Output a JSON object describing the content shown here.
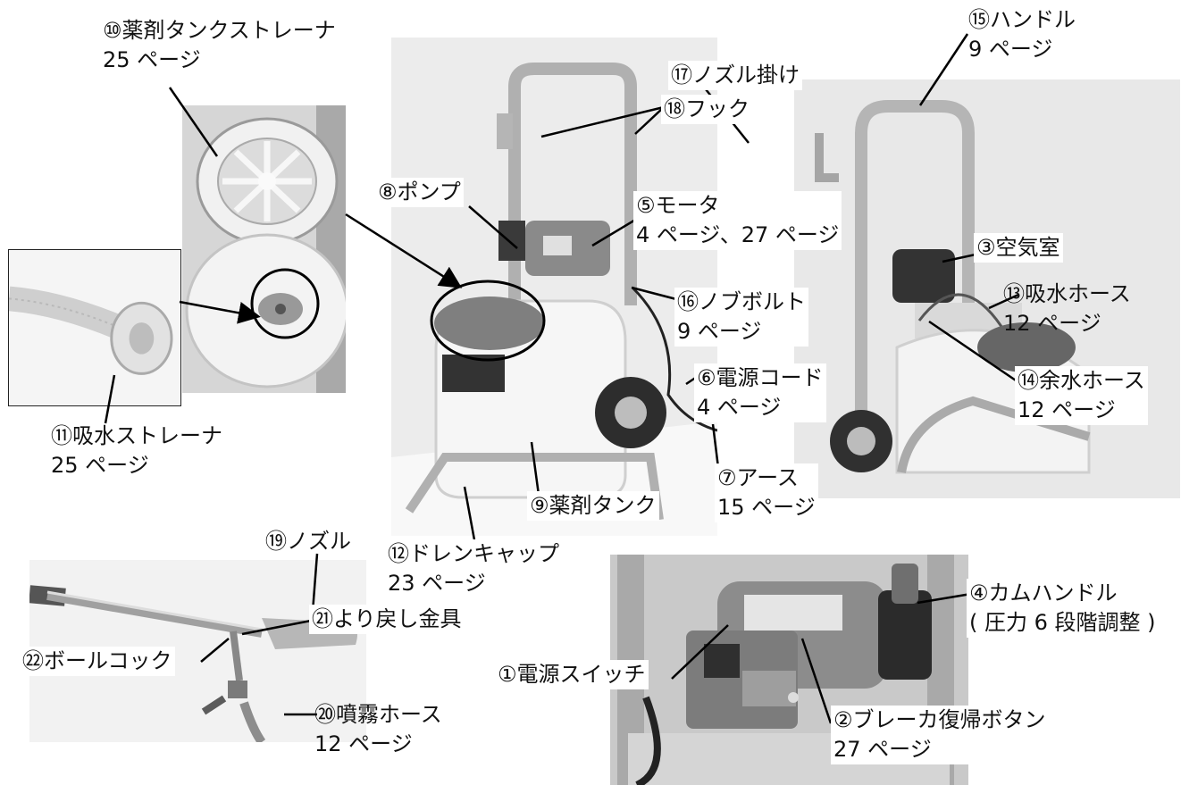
{
  "callouts": {
    "c10": {
      "name": "⑩薬剤タンクストレーナ",
      "page": "25 ページ"
    },
    "c11": {
      "name": "⑪吸水ストレーナ",
      "page": "25 ページ"
    },
    "c8": {
      "name": "⑧ポンプ"
    },
    "c5": {
      "name": "⑤モータ",
      "page": "4 ページ、27 ページ"
    },
    "c18": {
      "name": "⑱フック"
    },
    "c17": {
      "name": "⑰ノズル掛け"
    },
    "c15": {
      "name": "⑮ハンドル",
      "page": "9 ページ"
    },
    "c3": {
      "name": "③空気室"
    },
    "c16": {
      "name": "⑯ノブボルト",
      "page": "9 ページ"
    },
    "c13": {
      "name": "⑬吸水ホース",
      "page": "12 ページ"
    },
    "c14": {
      "name": "⑭余水ホース",
      "page": "12 ページ"
    },
    "c6": {
      "name": "⑥電源コード",
      "page": "4 ページ"
    },
    "c7": {
      "name": "⑦アース",
      "page": "15 ページ"
    },
    "c9": {
      "name": "⑨薬剤タンク"
    },
    "c12": {
      "name": "⑫ドレンキャップ",
      "page": "23 ページ"
    },
    "c19": {
      "name": "⑲ノズル"
    },
    "c21": {
      "name": "㉑より戻し金具"
    },
    "c22": {
      "name": "㉒ボールコック"
    },
    "c20": {
      "name": "⑳噴霧ホース",
      "page": "12 ページ"
    },
    "c4": {
      "name": "④カムハンドル",
      "page": "( 圧力 6 段階調整 )"
    },
    "c1": {
      "name": "①電源スイッチ"
    },
    "c2": {
      "name": "②ブレーカ復帰ボタン",
      "page": "27 ページ"
    }
  }
}
